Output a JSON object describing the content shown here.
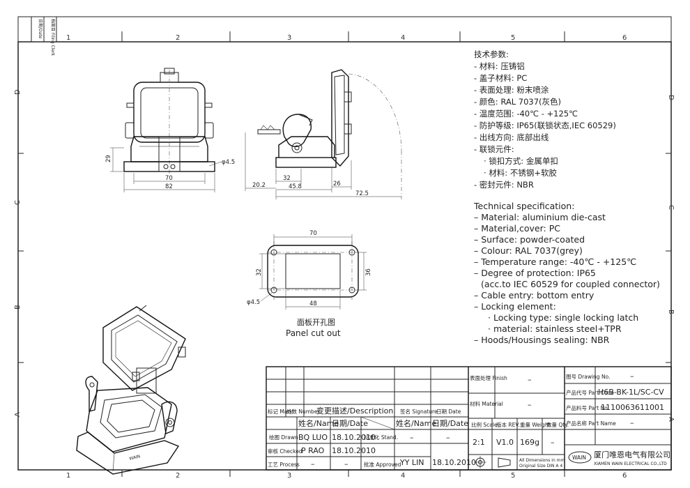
{
  "frame": {
    "columns": [
      "1",
      "2",
      "3",
      "4",
      "5",
      "6"
    ],
    "rows": [
      "D",
      "C",
      "B",
      "A"
    ],
    "filing_labels": [
      "日期/Date",
      "档案目 Filing Clerk"
    ]
  },
  "dimensions": {
    "front_height": "29",
    "front_hole": "φ4.5",
    "front_inner_width": "70",
    "front_outer_width": "82",
    "side_32": "32",
    "side_20_2": "20.2",
    "side_45_8": "45.8",
    "side_26": "26",
    "side_72_5": "72.5",
    "panel_70": "70",
    "panel_32": "32",
    "panel_36": "36",
    "panel_hole": "φ4.5",
    "panel_48": "48"
  },
  "panel_cutout": {
    "title_cn": "面板开孔图",
    "title_en": "Panel cut out"
  },
  "spec_cn": {
    "heading": "技术参数:",
    "lines": [
      "- 材料: 压铸铝",
      "- 盖子材料: PC",
      "- 表面处理: 粉末喷涂",
      "- 颜色: RAL 7037(灰色)",
      "- 温度范围: -40℃ - +125℃",
      "- 防护等级: IP65(联锁状态,IEC 60529)",
      "- 出线方向: 底部出线",
      "- 联锁元件:",
      "  · 锁扣方式: 金属单扣",
      "  · 材料: 不锈钢+软胶",
      "- 密封元件: NBR"
    ]
  },
  "spec_en": {
    "heading": "Technical specification:",
    "lines": [
      "– Material: aluminium die-cast",
      "– Material,cover: PC",
      "– Surface: powder-coated",
      "– Colour: RAL 7037(grey)",
      "– Temperature range: -40℃ - +125℃",
      "– Degree of protection: IP65",
      "  (acc.to IEC 60529 for coupled connector)",
      "– Cable entry: bottom entry",
      "– Locking element:",
      "    · Locking type: single locking latch",
      "    · material: stainless steel+TPR",
      "– Hoods/Housings sealing: NBR"
    ]
  },
  "title_block": {
    "mark": "标记 Mark",
    "number": "处数 Number",
    "description": "变更描述/Description",
    "signature": "签名 Signature",
    "date": "日期 Date",
    "name_date_1": "姓名/Name",
    "date_1": "日期/Date",
    "name_date_2": "姓名/Name",
    "date_2": "日期/Date",
    "drawn_label": "绘图 Drawn",
    "drawn_name": "BQ LUO",
    "drawn_date": "18.10.2010",
    "stand_label": "标准化 Stand.",
    "stand_name": "–",
    "stand_date": "–",
    "checked_label": "审核 Checked",
    "checked_name": "P RAO",
    "checked_date": "18.10.2010",
    "process_label": "工艺 Process",
    "process_name": "–",
    "process_date": "–",
    "approved_label": "批准 Approved",
    "approved_name": "YY LIN",
    "approved_date": "18.10.2010",
    "finish_label": "表面处理 Finish",
    "finish_value": "–",
    "material_label": "材料 Material",
    "material_value": "–",
    "scale_label": "比例 Scale",
    "scale_value": "2:1",
    "rev_label": "版本 REV.",
    "rev_value": "V1.0",
    "weight_label": "重量 Weight",
    "weight_value": "169g",
    "qty_label": "数量 Qty.",
    "qty_value": "–",
    "dims_note_1": "All Dimensions in mm",
    "dims_note_2": "Original Size DIN A 4",
    "drawing_no_label": "图号 Drawing No.",
    "drawing_no_value": "–",
    "part_code_label": "产品代号 Part Code",
    "part_code_value": "H6B-BK-1L/SC-CV",
    "part_no_label": "产品料号 Part No.",
    "part_no_value": "1110063611001",
    "part_name_label": "产品名称 Part Name",
    "part_name_value": "–",
    "logo_text": "WAIN",
    "company_cn": "厦门唯恩电气有限公司",
    "company_en": "XIAMEN WAIN ELECTRICAL CO.,LTD"
  }
}
